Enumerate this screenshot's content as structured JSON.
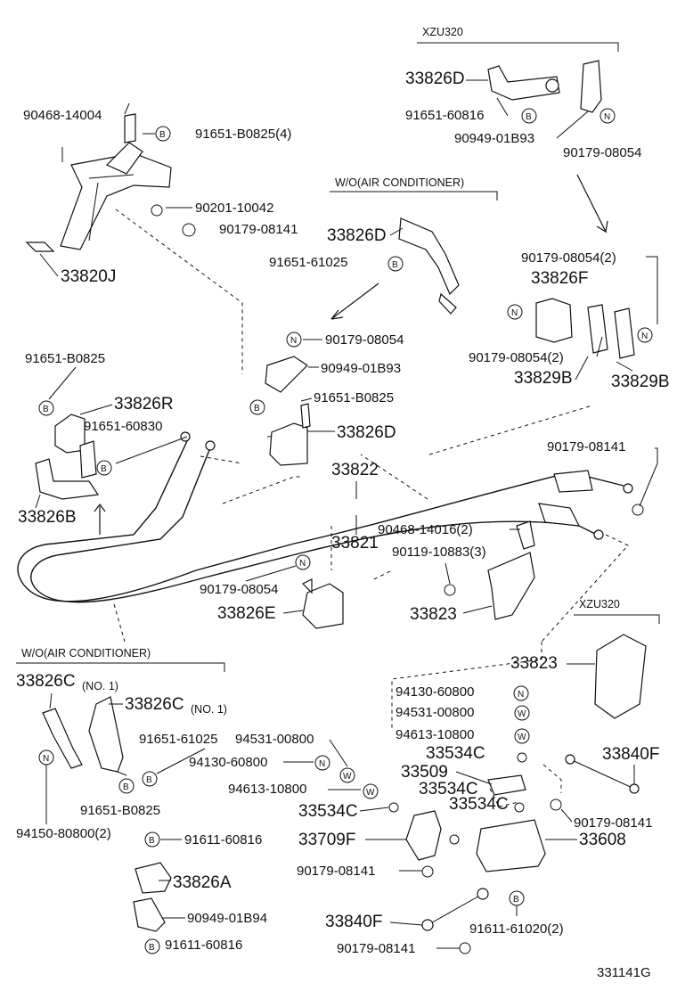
{
  "sections": {
    "xzu320_top": "XZU320",
    "wo_ac_top": "W/O(AIR CONDITIONER)",
    "xzu320_right": "XZU320",
    "wo_ac_left": "W/O(AIR CONDITIONER)"
  },
  "symbols": {
    "b": "B",
    "n": "N",
    "w": "W"
  },
  "labels": {
    "p33826D_top": "33826D",
    "p91651_60816": "91651-60816",
    "p90949_01B93_top": "90949-01B93",
    "p90179_08054_top": "90179-08054",
    "p90468_14004": "90468-14004",
    "p91651_B0825_4": "91651-B0825(4)",
    "p90201_10042": "90201-10042",
    "p90179_08141_a": "90179-08141",
    "p33820J": "33820J",
    "p33826D_mid": "33826D",
    "p91651_61025": "91651-61025",
    "p90179_08054_2a": "90179-08054(2)",
    "p33826F": "33826F",
    "p90179_08054_2b": "90179-08054(2)",
    "p33829B_a": "33829B",
    "p33829B_b": "33829B",
    "p90179_08054_mid": "90179-08054",
    "p90949_01B93_mid": "90949-01B93",
    "p91651_B0825_mid": "91651-B0825",
    "p33826D_low": "33826D",
    "p91651_B0825_left": "91651-B0825",
    "p33826R": "33826R",
    "p91651_60830": "91651-60830",
    "p33826B": "33826B",
    "p90179_08141_b": "90179-08141",
    "p33822": "33822",
    "p33821": "33821",
    "p90468_14016_2": "90468-14016(2)",
    "p90119_10883_3": "90119-10883(3)",
    "p90179_08054_low": "90179-08054",
    "p33826E": "33826E",
    "p33823_a": "33823",
    "p33823_b": "33823",
    "p33826C_1a": "33826C",
    "p33826C_1a_no": "(NO. 1)",
    "p33826C_1b": "33826C",
    "p33826C_1b_no": "(NO. 1)",
    "p91651_61025_low": "91651-61025",
    "p94531_00800_a": "94531-00800",
    "p94130_60800_a": "94130-60800",
    "p94613_10800_a": "94613-10800",
    "p91651_B0825_low": "91651-B0825",
    "p94150_80800_2": "94150-80800(2)",
    "p91611_60816_a": "91611-60816",
    "p33826A": "33826A",
    "p90949_01B94": "90949-01B94",
    "p91611_60816_b": "91611-60816",
    "p94130_60800_b": "94130-60800",
    "p94531_00800_b": "94531-00800",
    "p94613_10800_b": "94613-10800",
    "p33534C_a": "33534C",
    "p33509": "33509",
    "p33534C_b": "33534C",
    "p33534C_c": "33534C",
    "p33534C_d": "33534C",
    "p33840F_a": "33840F",
    "p90179_08141_c": "90179-08141",
    "p33709F": "33709F",
    "p33608": "33608",
    "p90179_08141_d": "90179-08141",
    "p33840F_b": "33840F",
    "p91611_61020_2": "91611-61020(2)",
    "p90179_08141_e": "90179-08141"
  },
  "diagram_id": "331141G"
}
